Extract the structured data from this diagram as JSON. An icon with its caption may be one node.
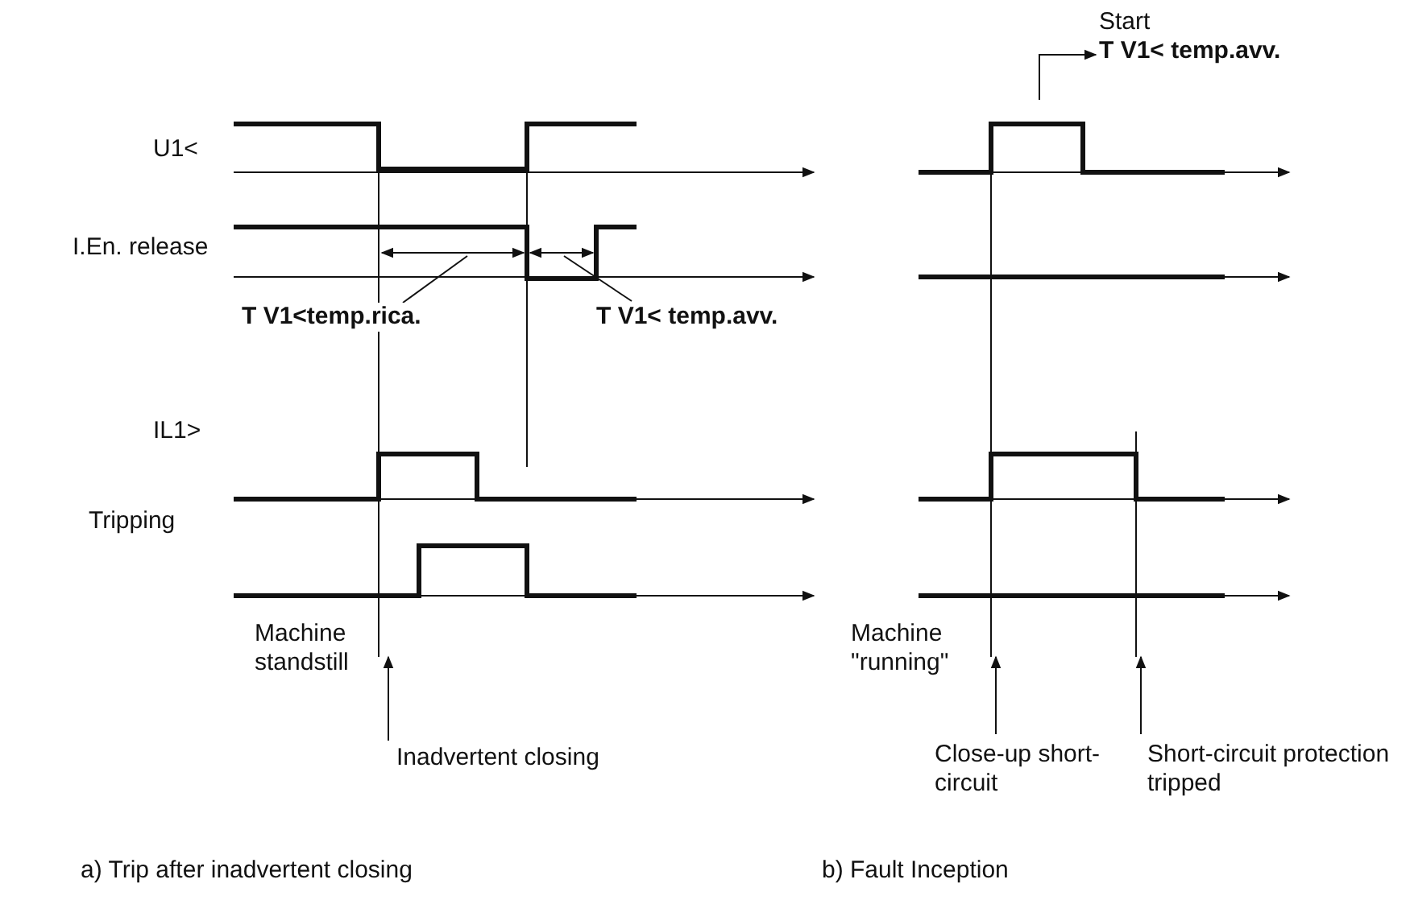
{
  "diagram": {
    "nodes": [
      {
        "text": [
          "T V1<temp.rica."
        ]
      },
      {
        "text": [
          "T V1< temp.avv."
        ]
      },
      {
        "text": [
          "Inadvertent closing"
        ]
      },
      {
        "text": [
          "Close-up short-circuit"
        ]
      },
      {
        "text": [
          "Short-circuit protection tripped"
        ]
      },
      {
        "text": [
          "Start",
          "T V1< temp.avv."
        ]
      }
    ],
    "edges": [
      {
        "from": 0,
        "to": null,
        "arrow": "none"
      },
      {
        "from": 1,
        "to": null,
        "arrow": "none"
      },
      {
        "from": 2,
        "to": null,
        "arrow": "to"
      },
      {
        "from": 3,
        "to": null,
        "arrow": "to"
      },
      {
        "from": 4,
        "to": null,
        "arrow": "to"
      },
      {
        "from": null,
        "to": 5,
        "arrow": "to"
      }
    ],
    "labels": [
      "U1<",
      "I.En. release",
      "IL1>",
      "Tripping",
      "Machine standstill",
      "Machine \"running\"",
      "a) Trip after inadvertent closing",
      "b) Fault Inception"
    ]
  }
}
